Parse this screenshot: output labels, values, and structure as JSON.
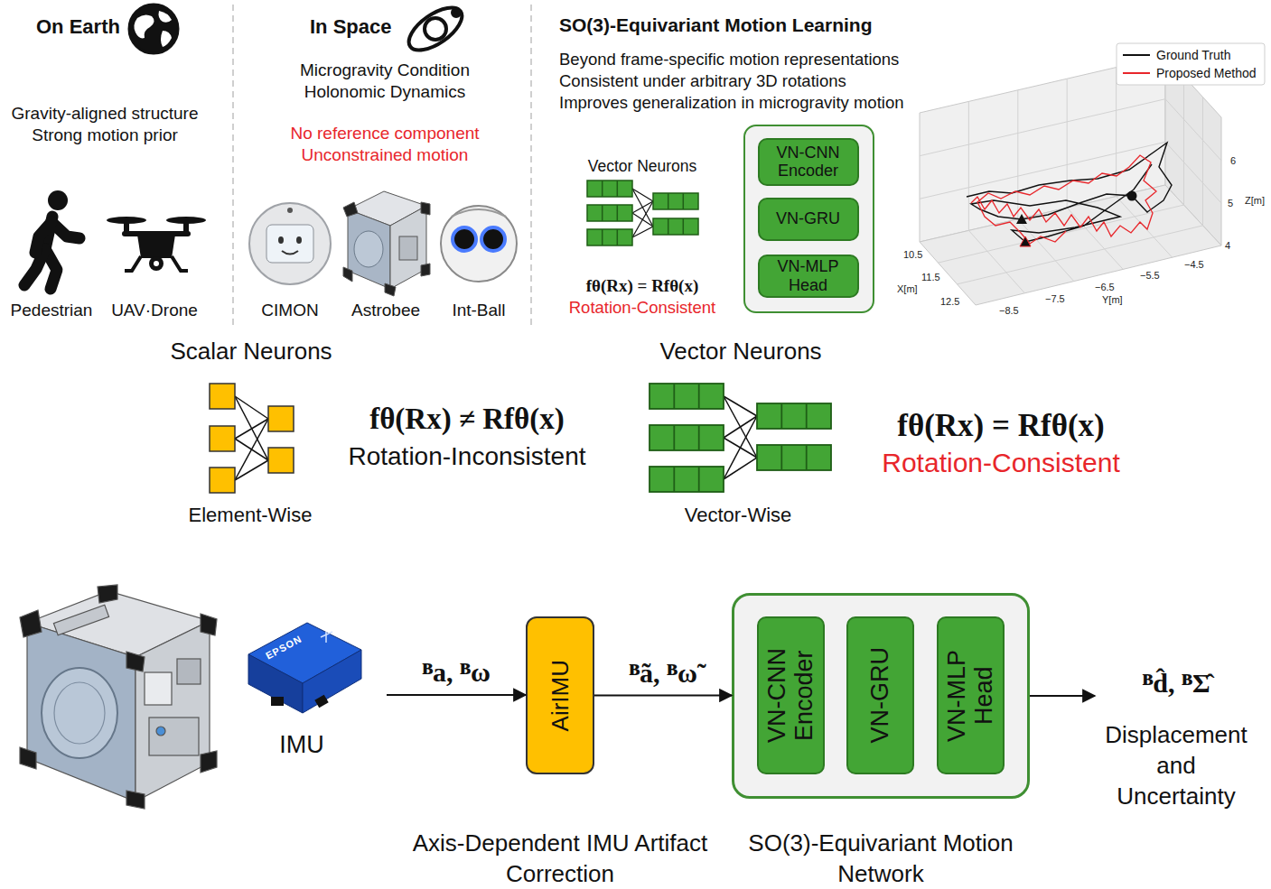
{
  "diagram": {
    "nodes": [
      {
        "text": []
      },
      {
        "text": [
          "VN-CNN Encoder"
        ],
        "in": 0
      },
      {
        "text": [
          "VN-GRU"
        ],
        "in": 0
      },
      {
        "text": [
          "VN-MLP Head"
        ],
        "in": 0
      },
      {
        "text": [
          "IMU"
        ]
      },
      {
        "text": [
          "AirIMU",
          "Axis-Dependent IMU Artifact Correction"
        ]
      },
      {
        "text": [
          "SO(3)-Equivariant Motion Network"
        ]
      },
      {
        "text": [
          "VN-CNN Encoder"
        ],
        "in": 6
      },
      {
        "text": [
          "VN-GRU"
        ],
        "in": 6
      },
      {
        "text": [
          "VN-MLP Head"
        ],
        "in": 6
      },
      {
        "text": [
          "ᴮd̂, ᴮΣ̂",
          "Displacement and Uncertainty"
        ]
      }
    ],
    "edges": [
      {
        "from": 4,
        "to": 5,
        "label": "ᴮa, ᴮω",
        "arrow": "to"
      },
      {
        "from": 5,
        "to": 6,
        "label": "ᴮã, ᴮω̃",
        "arrow": "to"
      },
      {
        "from": 6,
        "to": 10,
        "arrow": "to"
      }
    ],
    "labels": [
      "On Earth",
      "Gravity-aligned structure Strong motion prior",
      "Pedestrian",
      "UAV·Drone",
      "In Space",
      "Microgravity Condition Holonomic Dynamics",
      "No reference component Unconstrained motion",
      "CIMON",
      "Astrobee",
      "Int-Ball",
      "SO(3)-Equivariant Motion Learning",
      "Beyond frame-specific motion representations",
      "Consistent under arbitrary 3D rotations",
      "Improves generalization in microgravity motion",
      "Vector Neurons",
      "fθ(Rx) = Rfθ(x)",
      "Rotation-Consistent",
      "6",
      "5",
      "4",
      "Z[m]",
      "10.5",
      "11.5",
      "12.5",
      "X[m]",
      "−8.5",
      "−7.5",
      "−6.5",
      "−5.5",
      "−4.5",
      "Y[m]",
      "Scalar Neurons",
      "fθ(Rx) ≠ Rfθ(x)",
      "Rotation-Inconsistent",
      "Element-Wise",
      "Vector Neurons",
      "fθ(Rx) = Rfθ(x)",
      "Rotation-Consistent",
      "Vector-Wise",
      "EPSON"
    ],
    "legend": [
      {
        "text": "Ground Truth"
      },
      {
        "text": "Proposed Method"
      }
    ]
  }
}
